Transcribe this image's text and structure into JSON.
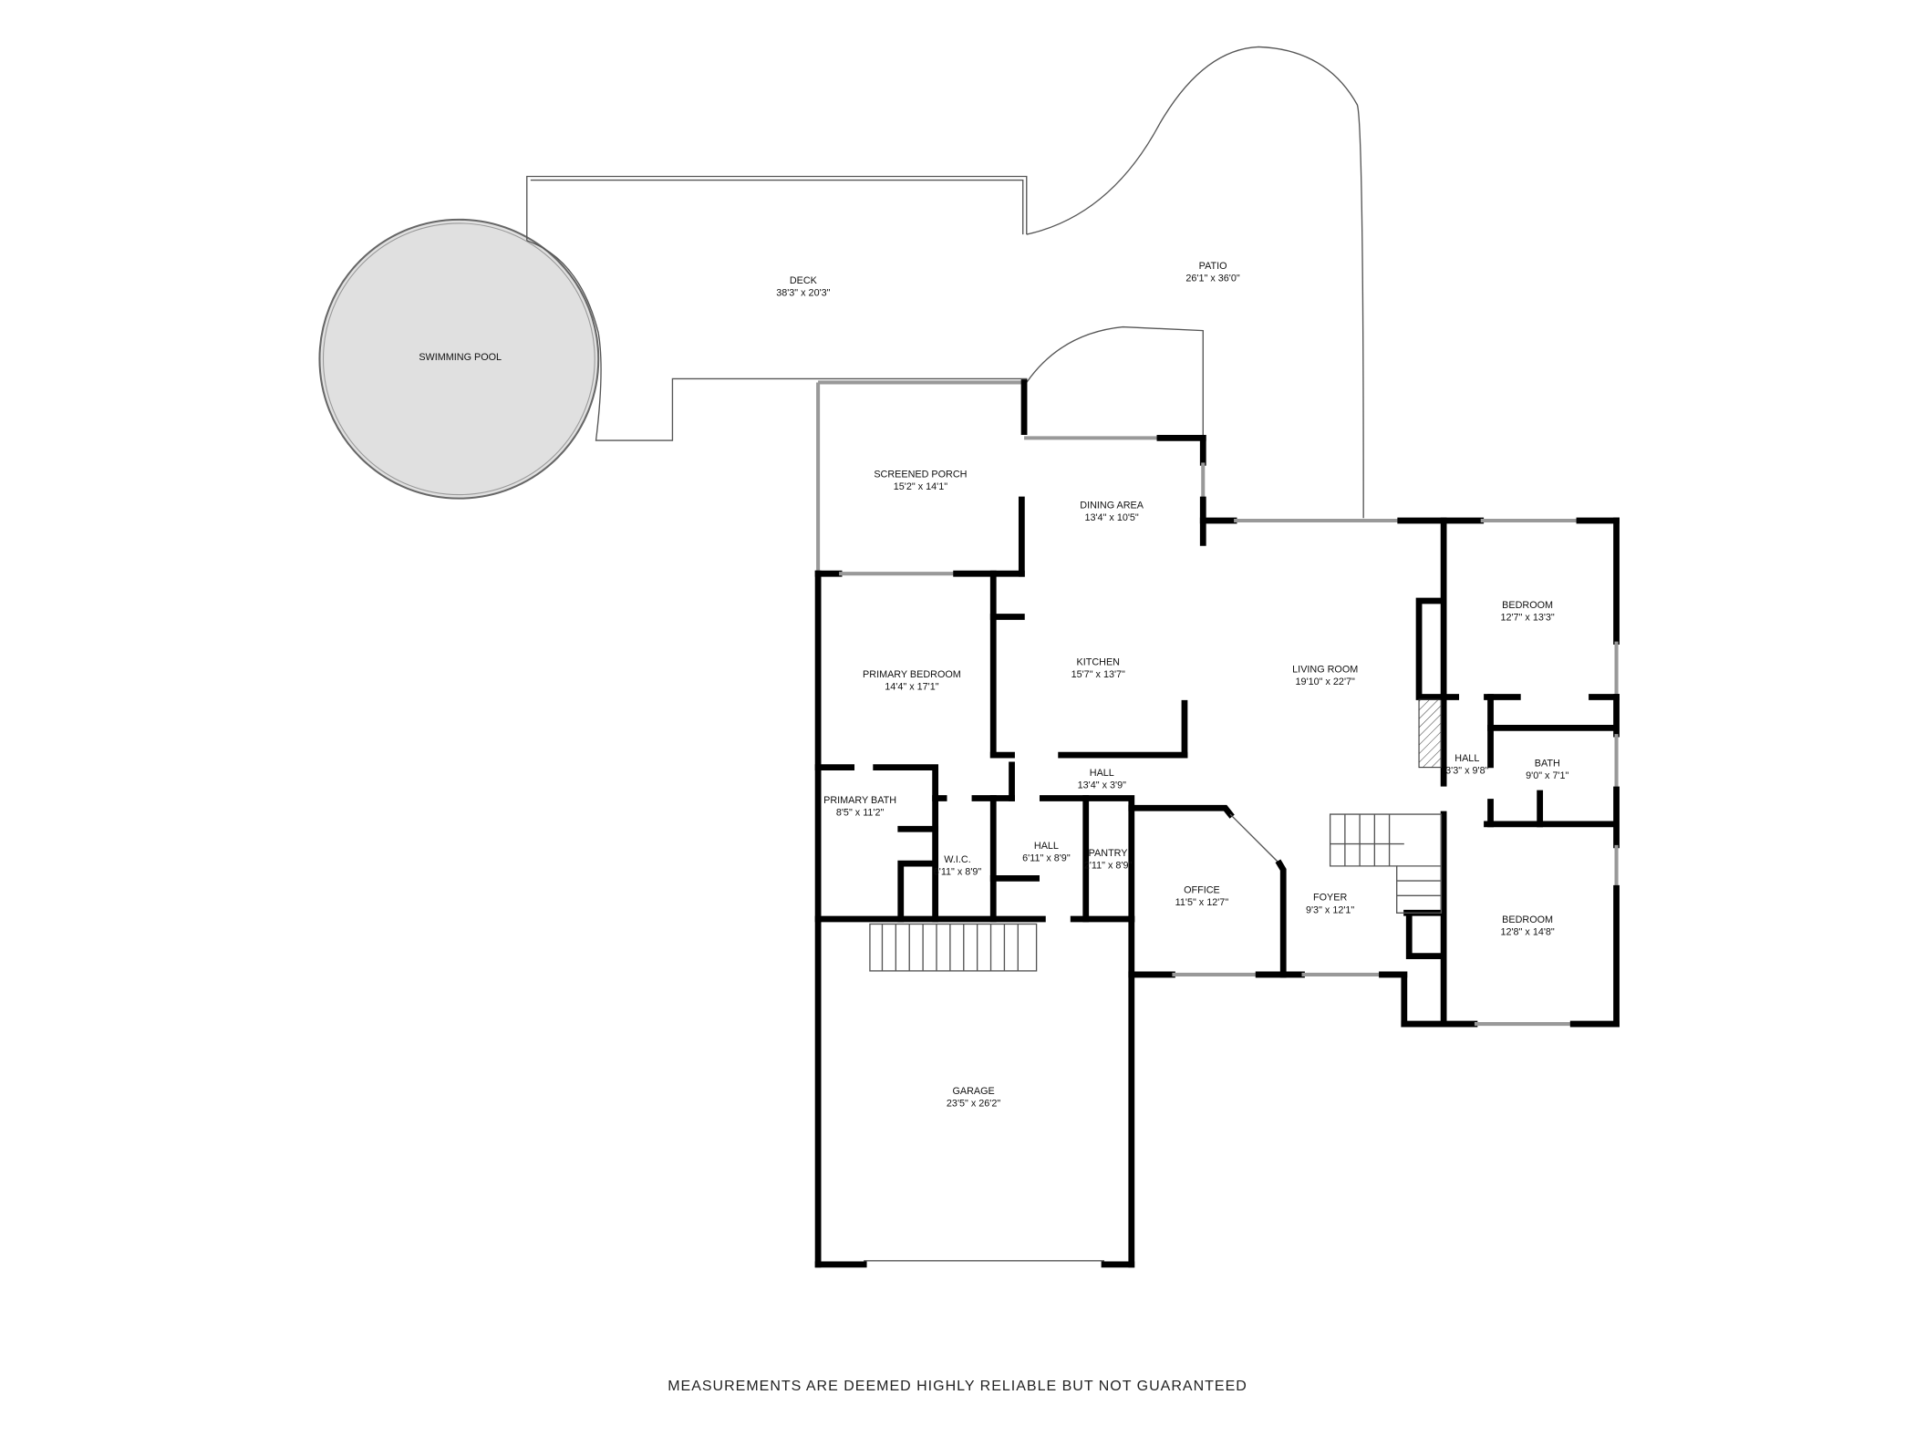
{
  "rooms": [
    {
      "name": "SWIMMING POOL",
      "dims": ""
    },
    {
      "name": "DECK",
      "dims": "38'3\" x 20'3\""
    },
    {
      "name": "PATIO",
      "dims": "26'1\" x 36'0\""
    },
    {
      "name": "SCREENED PORCH",
      "dims": "15'2\" x 14'1\""
    },
    {
      "name": "DINING AREA",
      "dims": "13'4\" x 10'5\""
    },
    {
      "name": "KITCHEN",
      "dims": "15'7\" x 13'7\""
    },
    {
      "name": "LIVING ROOM",
      "dims": "19'10\" x 22'7\""
    },
    {
      "name": "BEDROOM",
      "dims": "12'7\" x 13'3\""
    },
    {
      "name": "PRIMARY BEDROOM",
      "dims": "14'4\" x 17'1\""
    },
    {
      "name": "HALL",
      "dims": "13'4\" x 3'9\""
    },
    {
      "name": "HALL",
      "dims": "3'3\" x 9'8\""
    },
    {
      "name": "BATH",
      "dims": "9'0\" x 7'1\""
    },
    {
      "name": "PRIMARY BATH",
      "dims": "8'5\" x 11'2\""
    },
    {
      "name": "W.I.C.",
      "dims": "6'11\" x 8'9\""
    },
    {
      "name": "HALL",
      "dims": "6'11\" x 8'9\""
    },
    {
      "name": "PANTRY",
      "dims": "2'11\" x 8'9\""
    },
    {
      "name": "OFFICE",
      "dims": "11'5\" x 12'7\""
    },
    {
      "name": "FOYER",
      "dims": "9'3\" x 12'1\""
    },
    {
      "name": "BEDROOM",
      "dims": "12'8\" x 14'8\""
    },
    {
      "name": "GARAGE",
      "dims": "23'5\" x 26'2\""
    }
  ],
  "footer": "MEASUREMENTS ARE DEEMED HIGHLY RELIABLE BUT NOT GUARANTEED",
  "colors": {
    "wall": "#000000",
    "pool_fill": "#e0e0e0"
  }
}
